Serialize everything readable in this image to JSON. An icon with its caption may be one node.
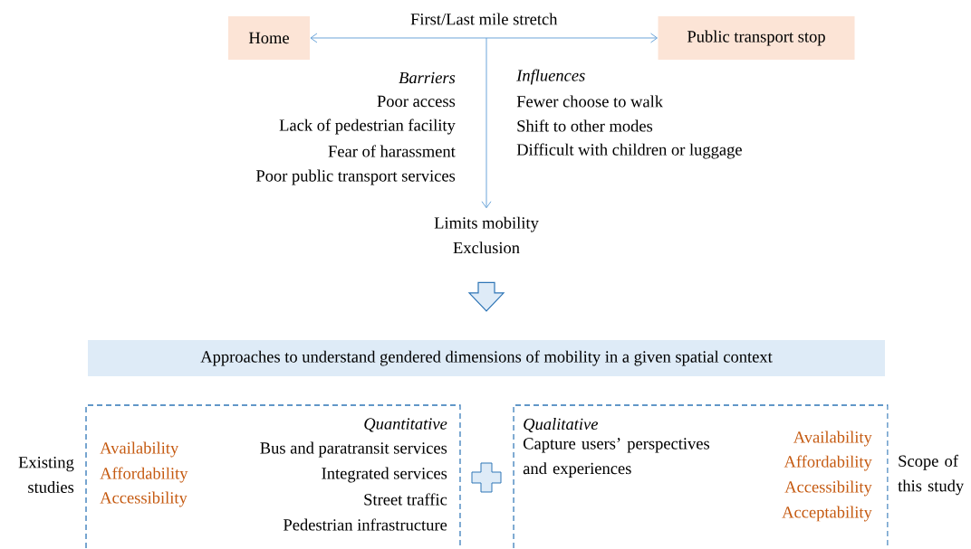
{
  "diagram": {
    "nodes": [
      {
        "text": [
          "Home"
        ]
      },
      {
        "text": [
          "Public transport stop"
        ]
      },
      {
        "text": [
          "Limits mobility",
          "Exclusion"
        ]
      },
      {
        "text": [
          "Approaches to understand gendered dimensions of mobility in a given spatial context"
        ]
      },
      {
        "text": [
          "Availability",
          "Affordability",
          "Accessibility",
          "Quantitative",
          "Bus and paratransit services",
          "Integrated services",
          "Street traffic",
          "Pedestrian infrastructure"
        ],
        "beside": [
          "Existing studies"
        ]
      },
      {
        "text": [
          "Qualitative",
          "Capture users’ perspectives and experiences",
          "Availability",
          "Affordability",
          "Accessibility",
          "Acceptability"
        ],
        "beside": [
          "Scope of this study"
        ]
      }
    ],
    "edges": [
      {
        "from": 0,
        "to": 1,
        "arrow": "both",
        "label": "First/Last mile stretch"
      },
      {
        "from": null,
        "to": 2,
        "arrow": "to"
      },
      {
        "from": 2,
        "to": 3,
        "arrow": "to",
        "style": "thick"
      }
    ],
    "labels": [
      "Barriers",
      "Poor access",
      "Lack of pedestrian facility",
      "Fear of harassment",
      "Poor public transport services",
      "Influences",
      "Fewer choose to walk",
      "Shift to other modes",
      "Difficult with children or luggage"
    ]
  }
}
